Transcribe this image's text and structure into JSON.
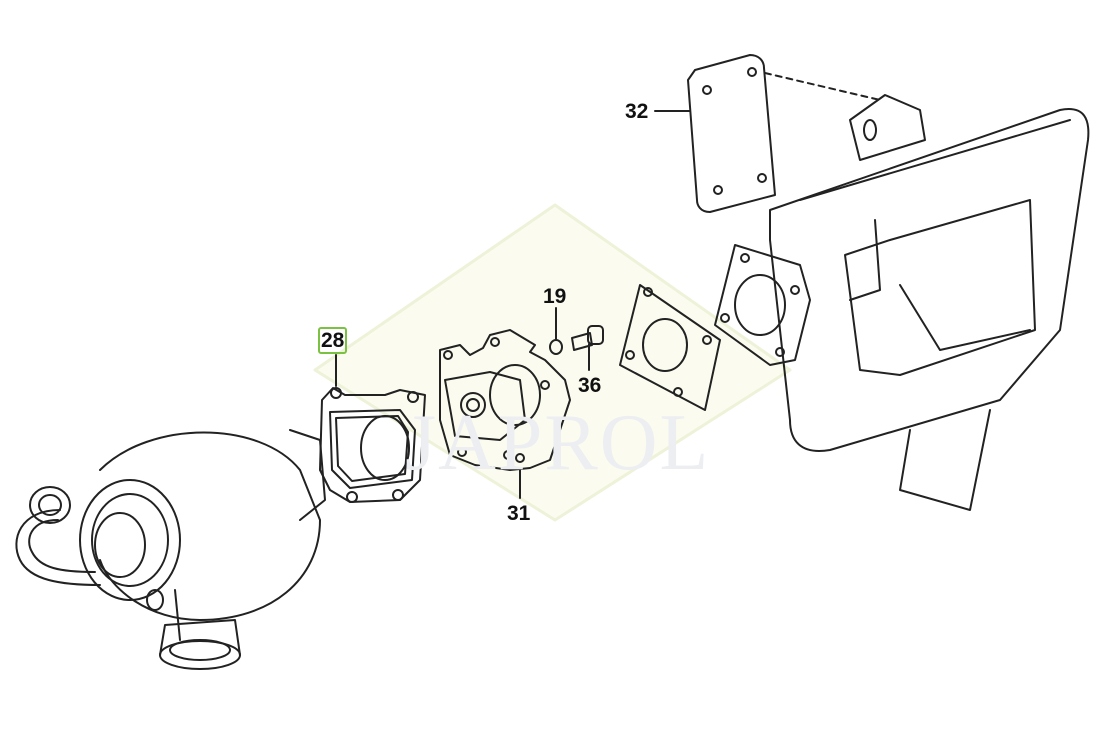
{
  "diagram": {
    "watermark": "JAPROL",
    "highlight_color": "#7cc242",
    "callouts": {
      "c28": "28",
      "c19": "19",
      "c36": "36",
      "c31": "31",
      "c32": "32"
    },
    "selected_part": "28"
  }
}
